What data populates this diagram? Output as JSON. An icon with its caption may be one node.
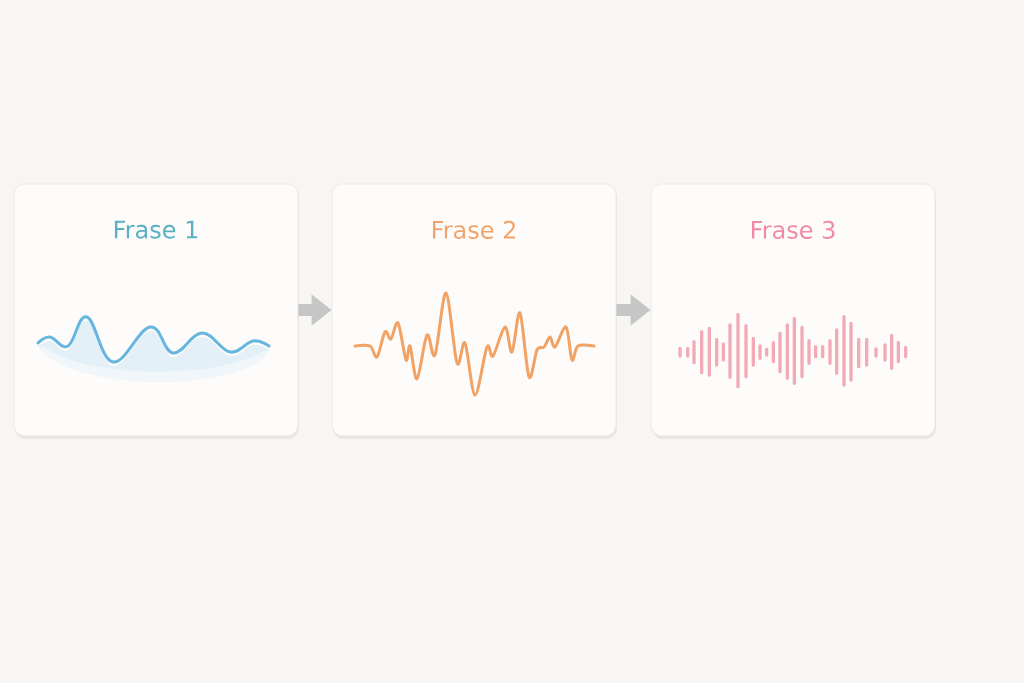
{
  "diagram": {
    "nodes": [
      {
        "text": [
          "Frase 1"
        ]
      },
      {
        "text": [
          "Frase 2"
        ]
      },
      {
        "text": [
          "Frase 3"
        ]
      }
    ],
    "edges": [
      {
        "from": 0,
        "to": 1,
        "arrow": "to"
      },
      {
        "from": 1,
        "to": 2,
        "arrow": "to"
      }
    ]
  }
}
